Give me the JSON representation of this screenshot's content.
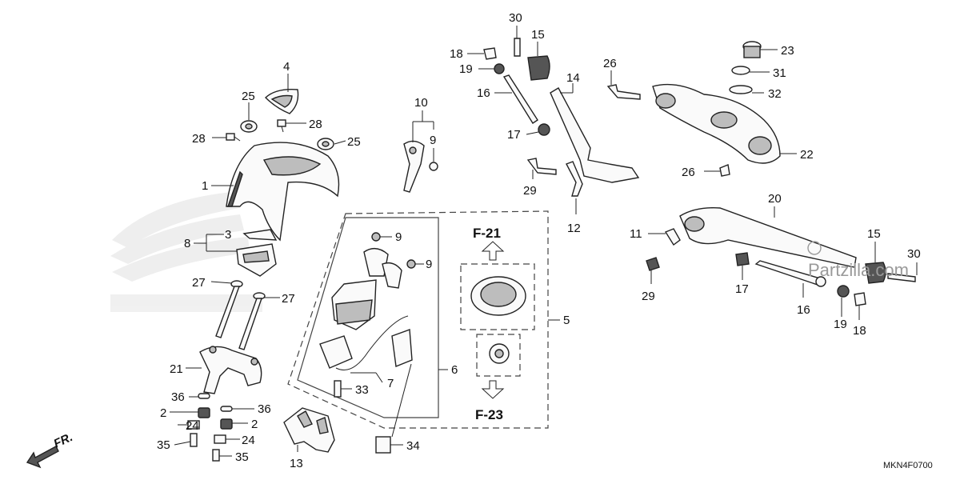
{
  "diagram": {
    "drawing_code": "MKN4F0700",
    "watermark": "Partzilla.com",
    "direction_label": "FR.",
    "references": {
      "f21": "F-21",
      "f23": "F-23"
    },
    "callouts": [
      "1",
      "2",
      "2",
      "3",
      "4",
      "5",
      "6",
      "7",
      "8",
      "9",
      "9",
      "9",
      "10",
      "11",
      "12",
      "13",
      "14",
      "15",
      "15",
      "16",
      "16",
      "17",
      "17",
      "18",
      "18",
      "19",
      "19",
      "20",
      "21",
      "22",
      "23",
      "24",
      "24",
      "25",
      "25",
      "26",
      "26",
      "27",
      "27",
      "28",
      "28",
      "29",
      "29",
      "30",
      "30",
      "31",
      "32",
      "33",
      "34",
      "35",
      "35",
      "36",
      "36"
    ]
  }
}
